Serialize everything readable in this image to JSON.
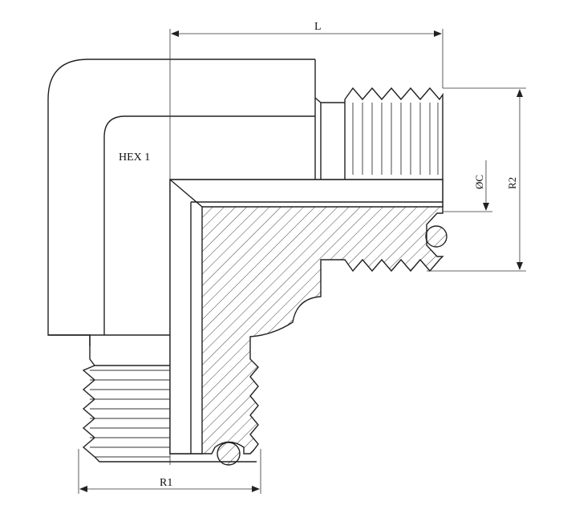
{
  "labels": {
    "hex": "HEX 1",
    "length": "L",
    "diameter": "ØC",
    "thread_2": "R2",
    "thread_1": "R1"
  },
  "colors": {
    "line": "#222222",
    "background": "#ffffff"
  }
}
